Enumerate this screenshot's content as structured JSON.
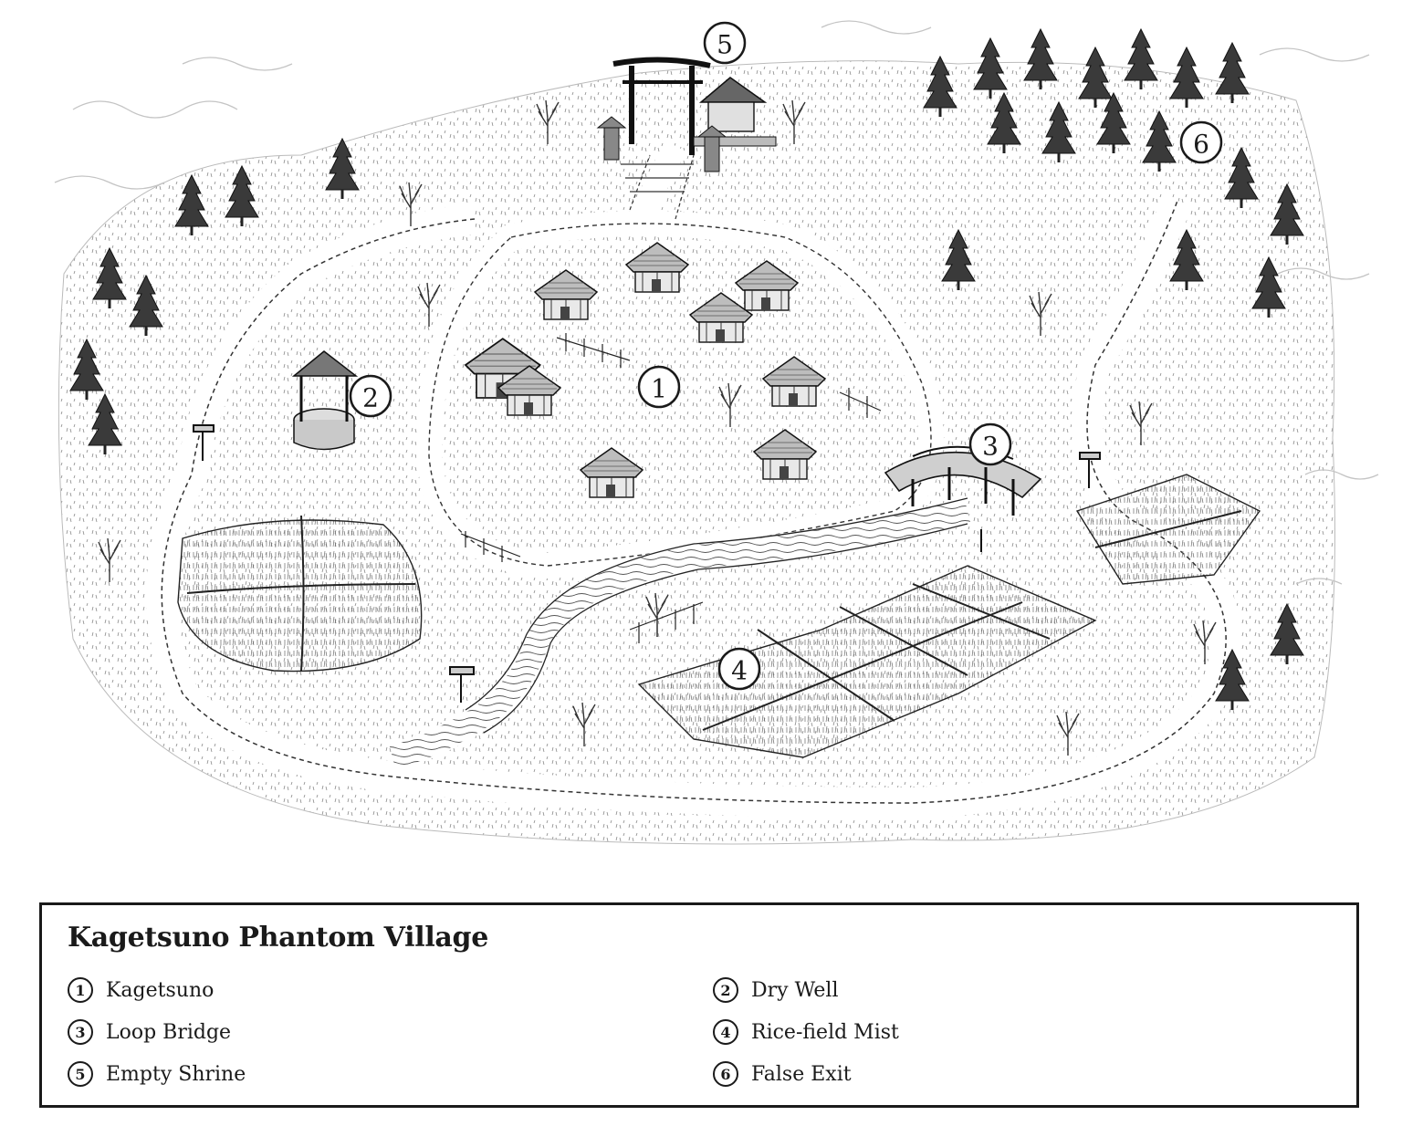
{
  "map": {
    "markers": [
      {
        "id": "1",
        "number": "1"
      },
      {
        "id": "2",
        "number": "2"
      },
      {
        "id": "3",
        "number": "3"
      },
      {
        "id": "4",
        "number": "4"
      },
      {
        "id": "5",
        "number": "5"
      },
      {
        "id": "6",
        "number": "6"
      }
    ]
  },
  "legend": {
    "title": "Kagetsuno Phantom Village",
    "items": [
      {
        "number": "1",
        "label": "Kagetsuno"
      },
      {
        "number": "2",
        "label": "Dry Well"
      },
      {
        "number": "3",
        "label": "Loop Bridge"
      },
      {
        "number": "4",
        "label": "Rice-field Mist"
      },
      {
        "number": "5",
        "label": "Empty Shrine"
      },
      {
        "number": "6",
        "label": "False Exit"
      }
    ]
  }
}
